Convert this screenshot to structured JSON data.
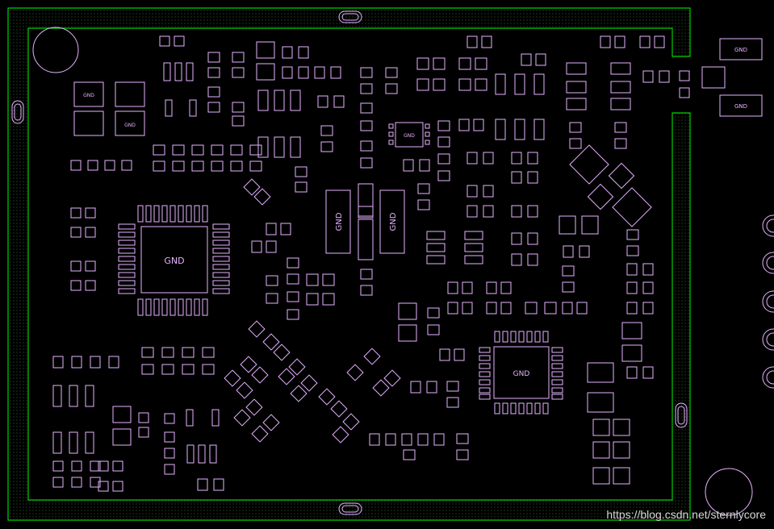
{
  "board": {
    "outline_color": "#00d000",
    "pad_color": "#e6b3ff",
    "background": "#000000"
  },
  "labels": {
    "main_ic": "GND",
    "right_ic": "GND",
    "mid_left_strip": "GND",
    "mid_right_strip": "GND",
    "small_ic": "GND",
    "connector_top": "GND",
    "connector_bottom": "GND",
    "small_top_left_a": "GND",
    "small_top_left_b": "GND"
  },
  "watermark": "https://blog.csdn.net/sternlycore"
}
